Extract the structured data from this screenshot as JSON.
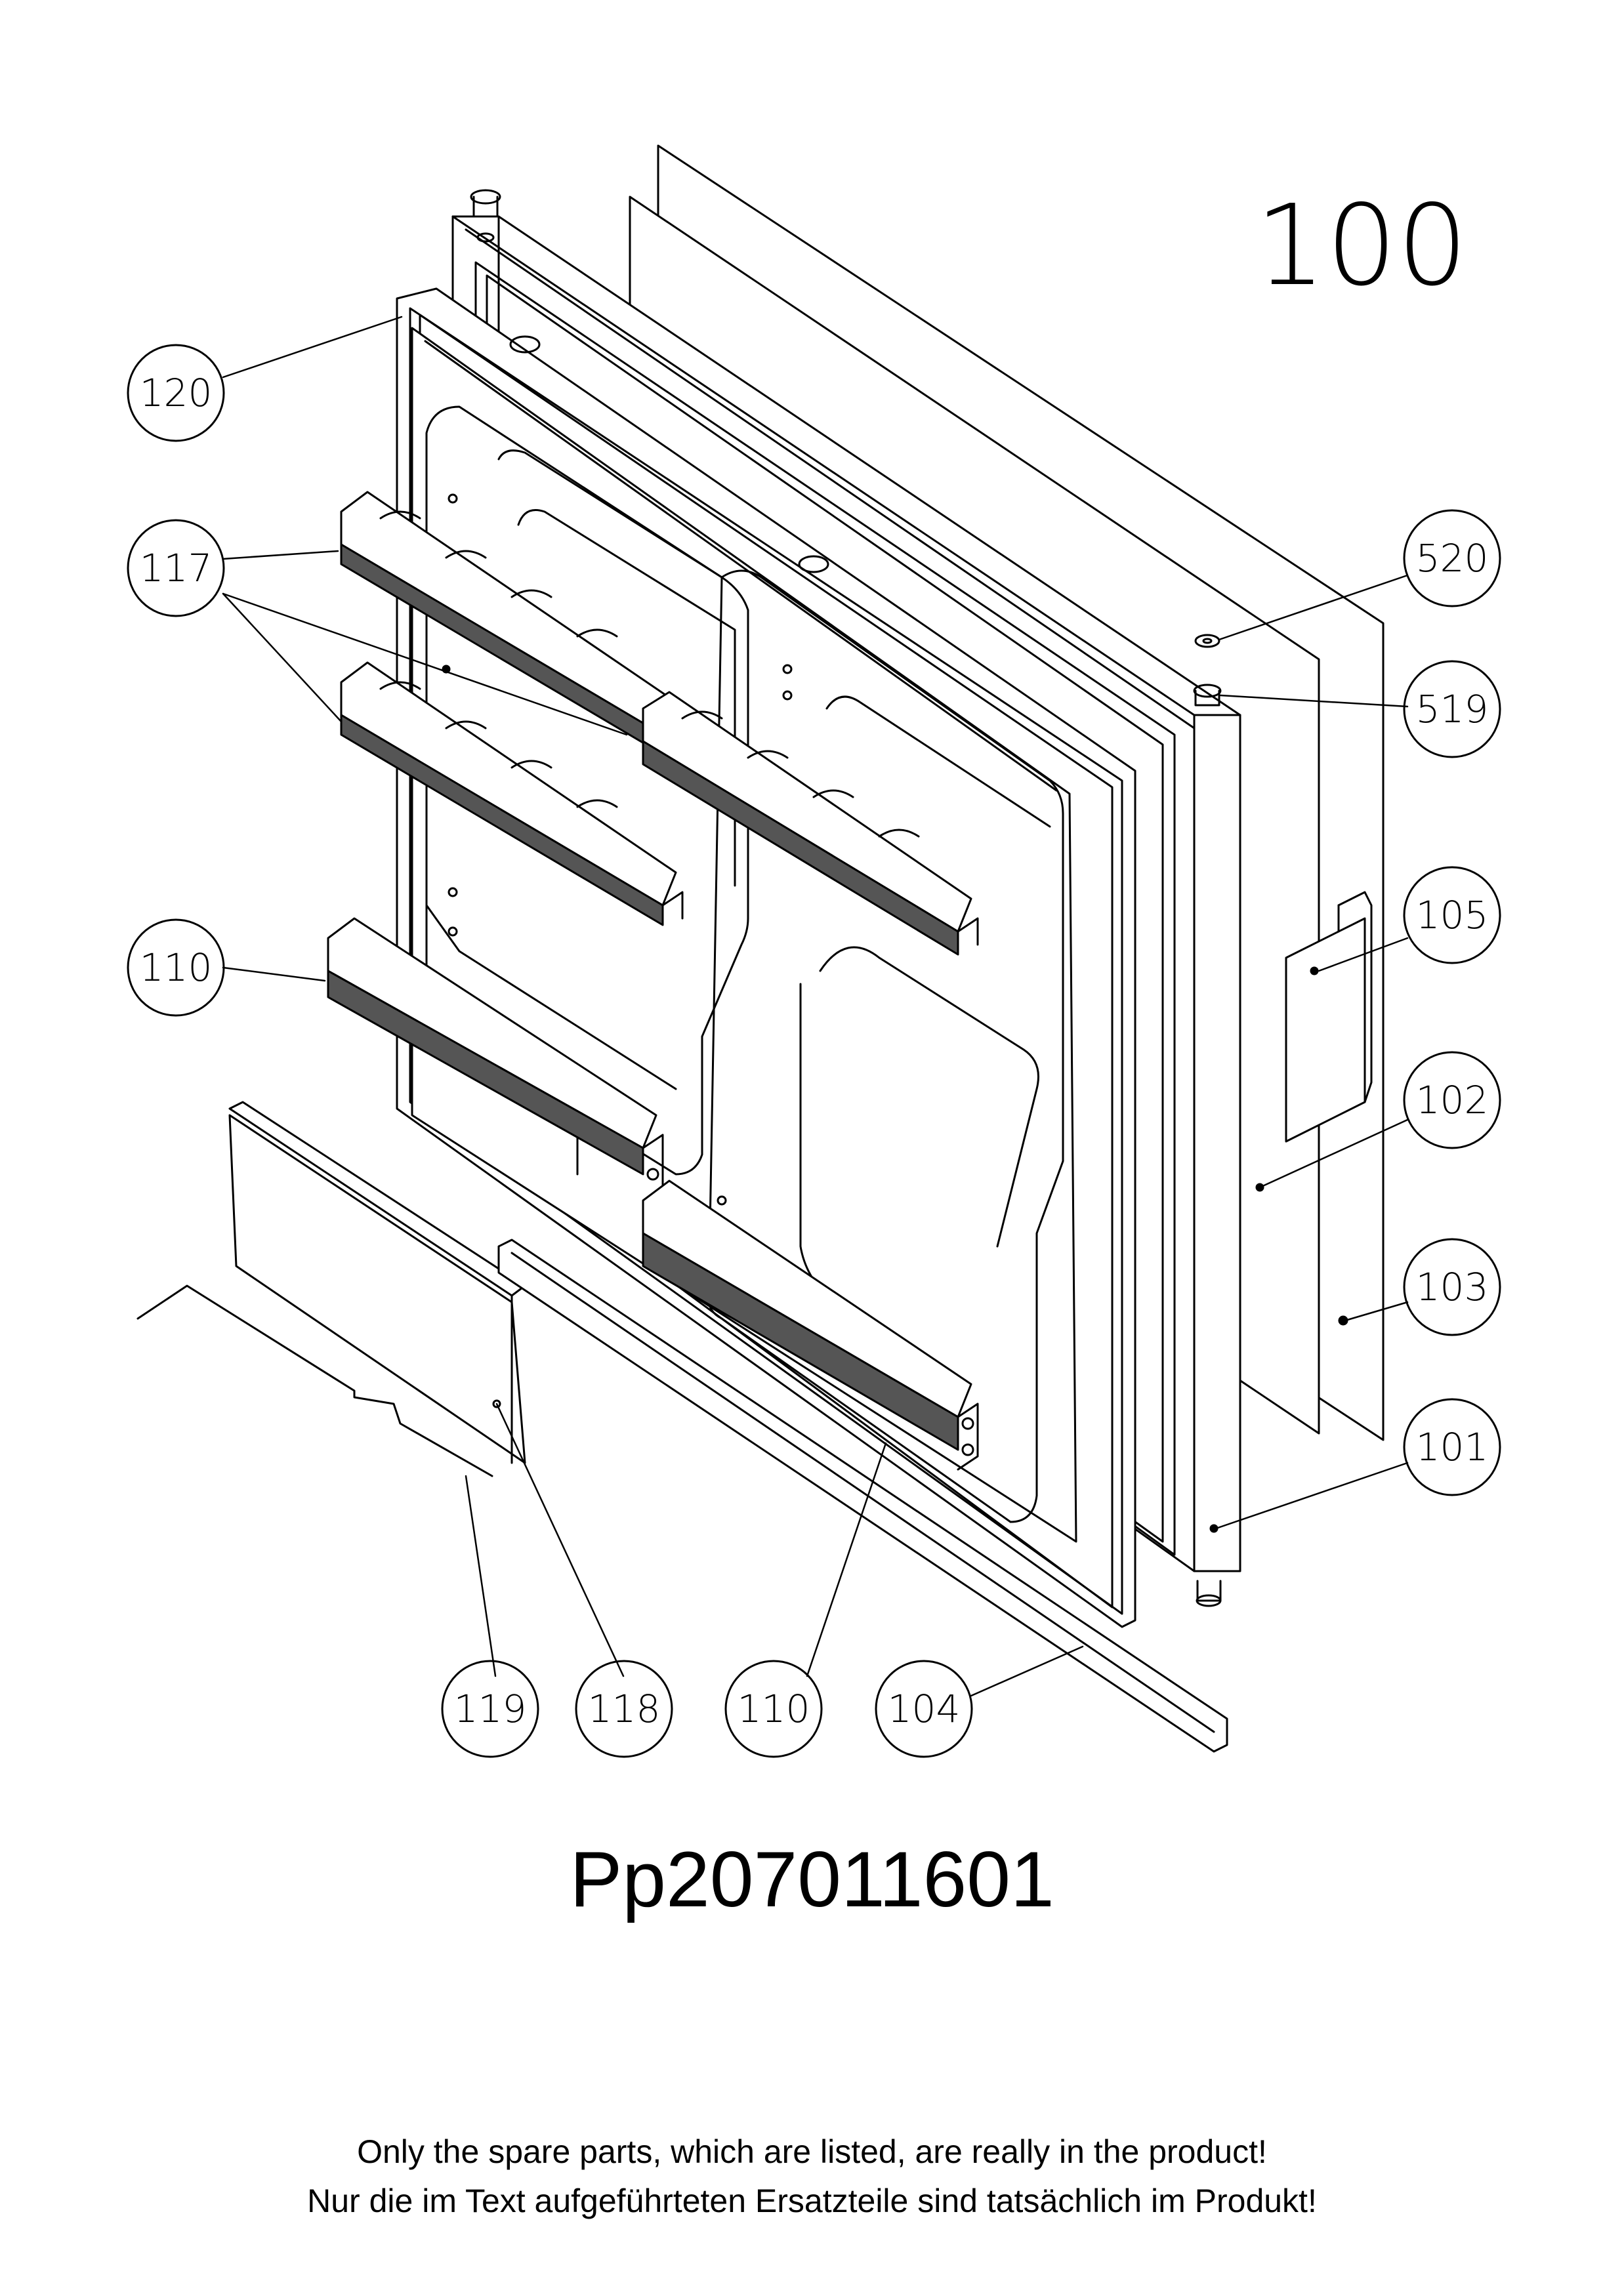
{
  "assembly_number": "100",
  "part_code": "Pp207011601",
  "callouts": [
    {
      "id": "c120",
      "label": "120"
    },
    {
      "id": "c117",
      "label": "117"
    },
    {
      "id": "c110a",
      "label": "110"
    },
    {
      "id": "c520",
      "label": "520"
    },
    {
      "id": "c519",
      "label": "519"
    },
    {
      "id": "c105",
      "label": "105"
    },
    {
      "id": "c102",
      "label": "102"
    },
    {
      "id": "c103",
      "label": "103"
    },
    {
      "id": "c101",
      "label": "101"
    },
    {
      "id": "c119",
      "label": "119"
    },
    {
      "id": "c118",
      "label": "118"
    },
    {
      "id": "c110b",
      "label": "110"
    },
    {
      "id": "c104",
      "label": "104"
    }
  ],
  "notes": {
    "english": "Only the spare parts, which are listed, are really in the product!",
    "german": "Nur die im Text aufgeführteten Ersatzteile sind tatsächlich im Produkt!"
  }
}
